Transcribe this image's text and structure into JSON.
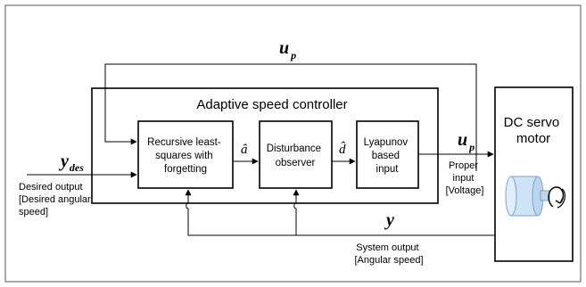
{
  "outer_title": "Adaptive speed controller",
  "blocks": {
    "rls": [
      "Recursive least-",
      "squares with",
      "forgetting"
    ],
    "observer": [
      "Disturbance",
      "observer"
    ],
    "lyapunov": [
      "Lyapunov",
      "based",
      "input"
    ],
    "motor": [
      "DC servo",
      "motor"
    ]
  },
  "signals": {
    "a_hat": "â",
    "d_hat": "d̂",
    "u_main": "u",
    "u_sub": "p",
    "y_main": "y",
    "y_des_main": "y",
    "y_des_sub": "des",
    "y_fb": "y"
  },
  "annotations": {
    "desired": [
      "Desired output",
      "[Desired angular",
      "speed]"
    ],
    "proper_input": [
      "Proper",
      "input",
      "[Voltage]"
    ],
    "system_output": [
      "System output",
      "[Angular speed]"
    ]
  },
  "colors": {
    "line": "#000000",
    "motor_cylinder": "#cfe3f7",
    "motor_stroke": "#7fa3c6"
  }
}
